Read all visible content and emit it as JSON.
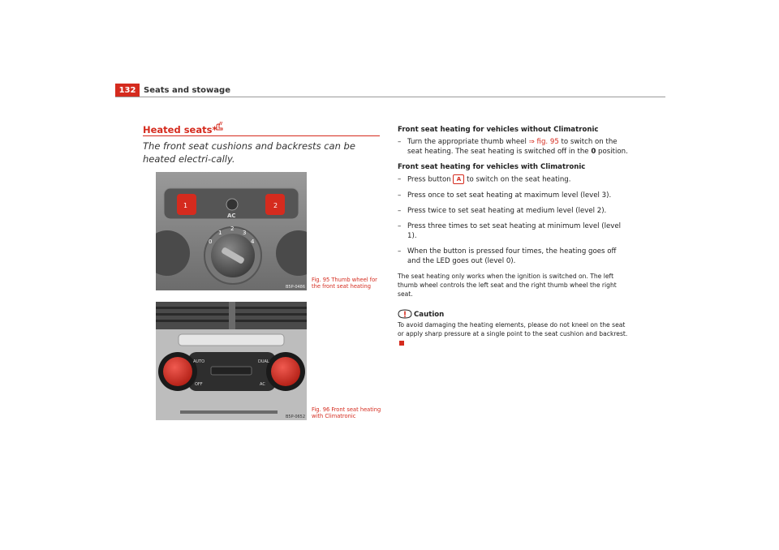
{
  "header": {
    "page_number": "132",
    "section_title": "Seats and stowage"
  },
  "left": {
    "heading": "Heated seats*",
    "intro": "The front seat cushions and backrests can be heated electri-cally.",
    "figure1": {
      "caption": "Fig. 95   Thumb wheel for the front seat heating",
      "code": "B5P-0486",
      "dial_labels": [
        "0",
        "1",
        "2",
        "3",
        "4"
      ],
      "ac_label": "AC",
      "wheel_labels": [
        "1",
        "2"
      ]
    },
    "figure2": {
      "caption": "Fig. 96   Front seat heating with Climatronic",
      "code": "B5P-0652",
      "labels": {
        "auto": "AUTO",
        "dual": "DUAL",
        "off": "OFF",
        "ac": "AC"
      }
    }
  },
  "right": {
    "sub1": "Front seat heating for vehicles without Climatronic",
    "step1_a": "Turn the appropriate thumb wheel ",
    "step1_ref": "⇒ fig. 95",
    "step1_b": " to switch on the seat heating. The seat heating is switched off in the ",
    "step1_bold": "0",
    "step1_c": " position.",
    "sub2": "Front seat heating for vehicles with Climatronic",
    "step2_a": "Press button ",
    "step2_btn": "A",
    "step2_b": " to switch on the seat heating.",
    "step3": "Press once to set seat heating at maximum level (level 3).",
    "step4": "Press twice to set seat heating at medium level (level 2).",
    "step5": "Press three times to set seat heating at minimum level (level 1).",
    "step6": "When the button is pressed four times, the heating goes off and the LED goes out (level 0).",
    "dash": "–",
    "note": "The seat heating only works when the ignition is switched on. The left thumb wheel controls the left seat and the right thumb wheel the right seat.",
    "caution_title": "Caution",
    "caution_text": "To avoid damaging the heating elements, please do not kneel on the seat or apply sharp pressure at a single point to the seat cushion and backrest."
  },
  "colors": {
    "accent": "#d52b1e",
    "rule": "#9a9a9a"
  }
}
